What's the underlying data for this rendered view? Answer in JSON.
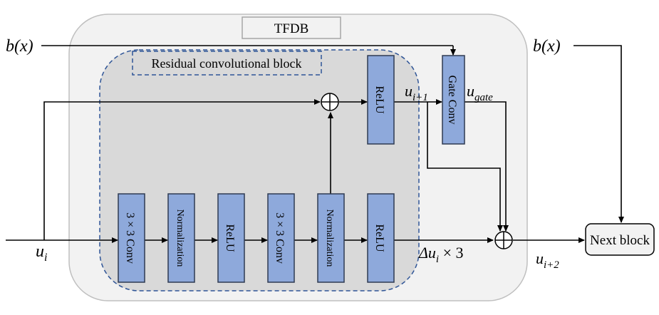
{
  "tfdb_label": "TFDB",
  "residual_label": "Residual convolutional block",
  "inputs": {
    "b_left": "b(x)",
    "b_right": "b(x)",
    "u_i": "u",
    "u_i_sub": "i"
  },
  "blocks": {
    "relu_top": "ReLU",
    "gate_conv": "Gate Conv",
    "conv1": "3 × 3 Conv",
    "norm1": "Normalization",
    "relu1": "ReLU",
    "conv2": "3 × 3 Conv",
    "norm2": "Normalization",
    "relu2": "ReLU",
    "next_block": "Next block"
  },
  "labels": {
    "u_ip1": "u",
    "u_ip1_sub": "i+1",
    "u_gate": "u",
    "u_gate_sub": "gate",
    "delta": "Δu",
    "delta_sub": "i",
    "delta_tail": " × 3",
    "u_ip2": "u",
    "u_ip2_sub": "i+2"
  },
  "colors": {
    "block_fill": "#8ea9db",
    "block_stroke": "#2f3b52",
    "outer_fill": "#f2f2f2",
    "inner_fill": "#d9d9d9",
    "dash_color": "#2f5597"
  }
}
